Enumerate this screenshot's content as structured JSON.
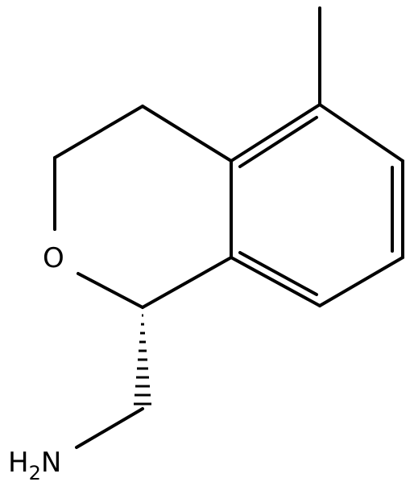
{
  "molecule": {
    "atoms": {
      "oxygen": "O",
      "amine_h": "H",
      "amine_sub": "2",
      "amine_n": "N"
    },
    "stereo": "hashed-wedge"
  }
}
